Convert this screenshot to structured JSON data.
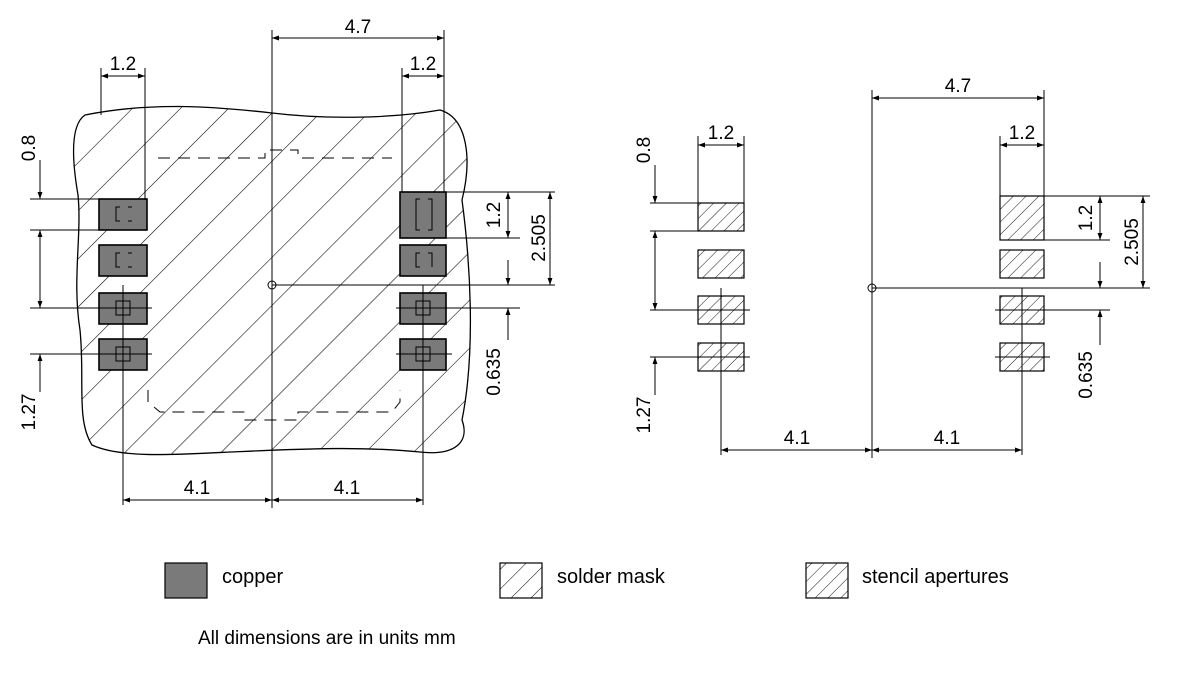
{
  "dimensions": {
    "pad_pitch_total": "4.7",
    "pad_width": "1.2",
    "pad_height": "0.8",
    "pad_length": "1.2",
    "pad_offset": "2.505",
    "pitch": "1.27",
    "pitch_half": "0.635",
    "half_span": "4.1"
  },
  "legend": {
    "copper": "copper",
    "solder_mask": "solder mask",
    "stencil": "stencil apertures"
  },
  "note": "All dimensions are in units mm",
  "colors": {
    "copper": "#7a7a7a",
    "line": "#000000"
  }
}
